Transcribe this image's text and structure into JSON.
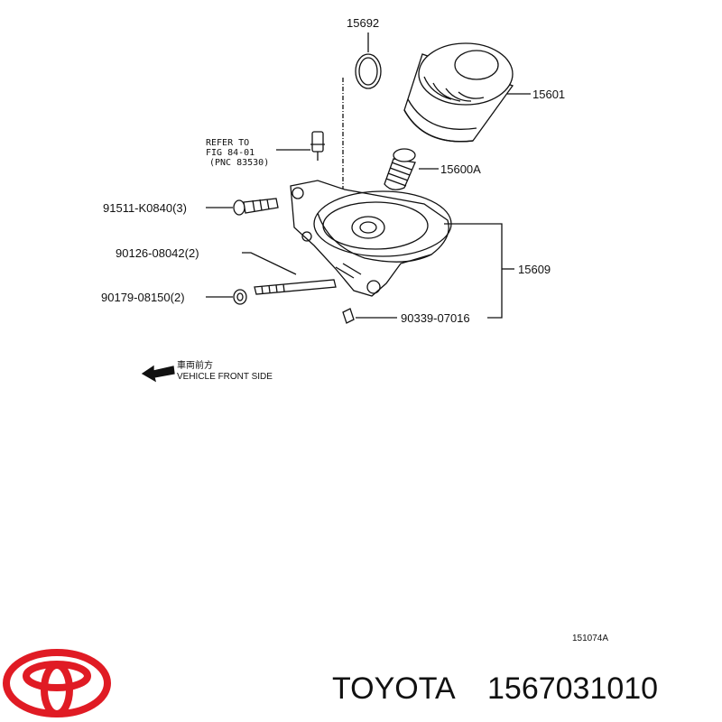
{
  "diagram": {
    "parts": {
      "gasket": "15692",
      "filter": "15601",
      "union": "15600A",
      "bracket": "15609",
      "bolt_a": "91511-K0840(3)",
      "stud": "90126-08042(2)",
      "nut": "90179-08150(2)",
      "plug": "90339-07016"
    },
    "refer": {
      "line1": "REFER TO",
      "line2": "FIG 84-01",
      "line3": "(PNC 83530)"
    },
    "direction": {
      "jp": "車両前方",
      "en": "VEHICLE FRONT SIDE"
    },
    "illustration_code": "151074A"
  },
  "footer": {
    "brand": "TOYOTA",
    "part_number": "1567031010",
    "logo_color": "#e01b24"
  }
}
